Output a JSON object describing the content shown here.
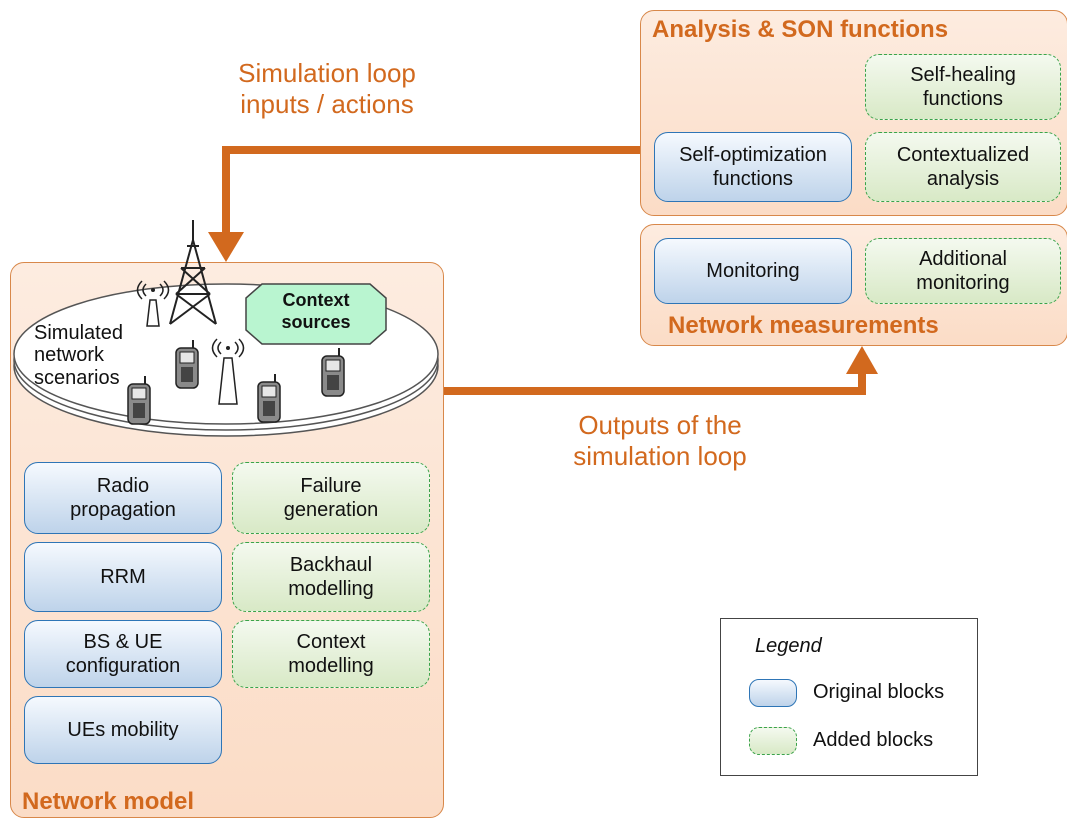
{
  "panels": {
    "son": {
      "title": "Analysis & SON functions"
    },
    "measurements": {
      "title": "Network measurements"
    },
    "model": {
      "title": "Network model"
    }
  },
  "blocks": {
    "self_healing": "Self-healing\nfunctions",
    "self_optimization": "Self-optimization\nfunctions",
    "contextualized": "Contextualized\nanalysis",
    "monitoring": "Monitoring",
    "additional_monitoring": "Additional\nmonitoring",
    "radio_propagation": "Radio\npropagation",
    "failure_generation": "Failure\ngeneration",
    "rrm": "RRM",
    "backhaul": "Backhaul\nmodelling",
    "bs_ue_config": "BS & UE\nconfiguration",
    "context_modelling": "Context\nmodelling",
    "ues_mobility": "UEs mobility"
  },
  "scenario": {
    "label": "Simulated\nnetwork\nscenarios",
    "context_sources": "Context\nsources"
  },
  "flows": {
    "inputs": "Simulation loop\ninputs / actions",
    "outputs": "Outputs of the\nsimulation loop"
  },
  "legend": {
    "title": "Legend",
    "original": "Original blocks",
    "added": "Added blocks"
  },
  "colors": {
    "accent": "#d2691e",
    "panel_border": "#d8884a",
    "original_border": "#2e75b6",
    "added_border": "#3aa34a",
    "context_fill": "#b9f5d0"
  }
}
